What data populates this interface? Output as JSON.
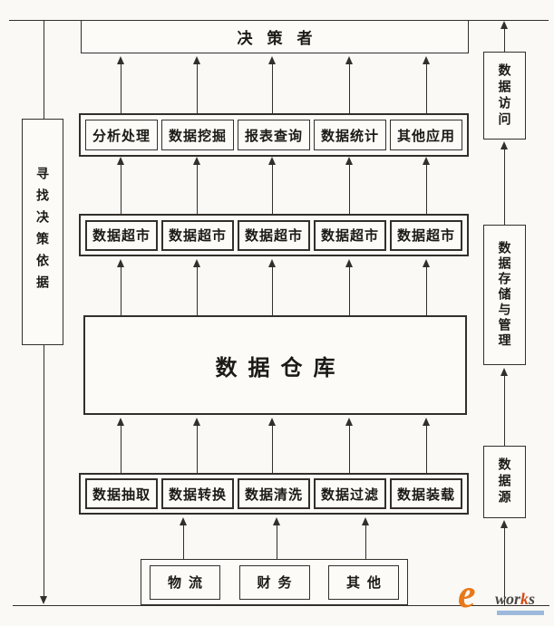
{
  "nodes": {
    "decision_maker": "决策者",
    "warehouse": "数据仓库"
  },
  "side_labels": {
    "left": "寻找决策依据",
    "right_top": "数据访问",
    "right_middle": "数据存储与管理",
    "right_bottom": "数据源"
  },
  "layers": {
    "applications": {
      "items": [
        "分析处理",
        "数据挖掘",
        "报表查询",
        "数据统计",
        "其他应用"
      ]
    },
    "data_marts": {
      "items": [
        "数据超市",
        "数据超市",
        "数据超市",
        "数据超市",
        "数据超市"
      ]
    },
    "etl": {
      "items": [
        "数据抽取",
        "数据转换",
        "数据清洗",
        "数据过滤",
        "数据装载"
      ]
    },
    "sources": {
      "items": [
        "物流",
        "财务",
        "其他"
      ]
    }
  },
  "logo": {
    "e": "e",
    "wor": "wor",
    "k": "k",
    "s": "s",
    "colors": {
      "e": "#e8781a",
      "text": "#4c4a46",
      "k": "#d44a18",
      "underline": "#9db9dc"
    }
  },
  "colors": {
    "line": "#332f2b",
    "background": "#faf9f5",
    "box_background": "#fcfbf8",
    "text": "#1c1a17"
  }
}
